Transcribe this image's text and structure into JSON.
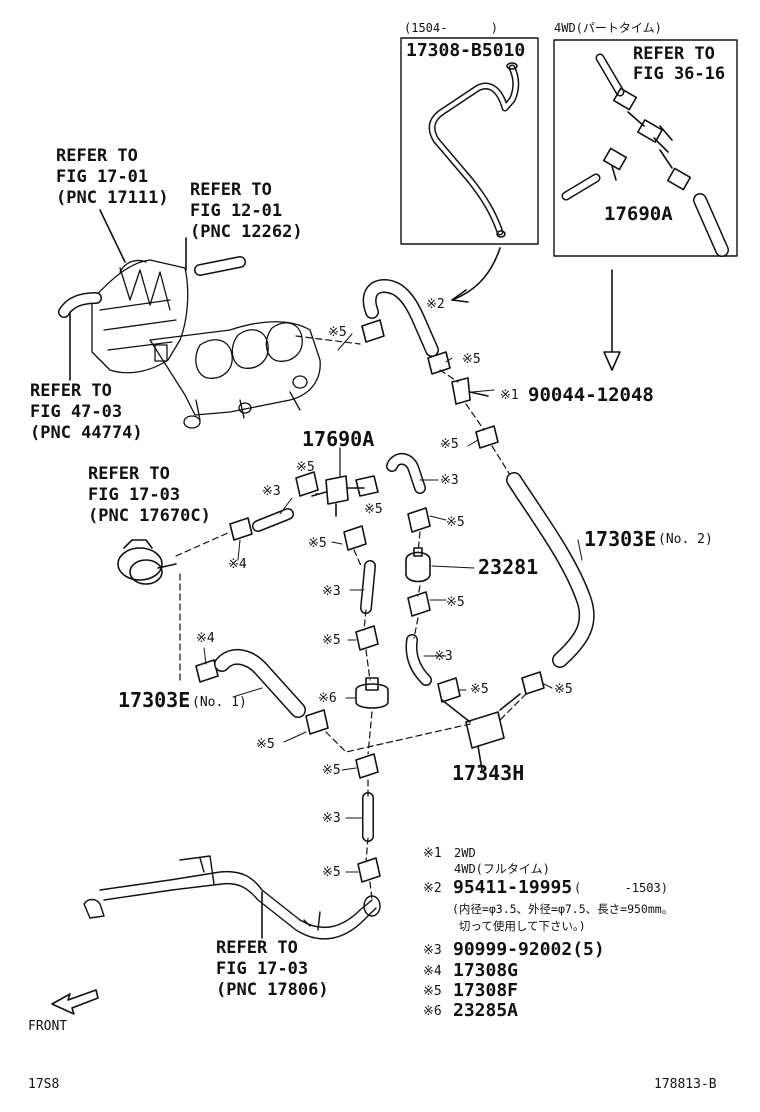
{
  "inset_a": {
    "label": "(1504-      )",
    "part": "17308-B5010"
  },
  "inset_b": {
    "label": "4WD(パートタイム)",
    "ref": [
      "REFER TO",
      "FIG 36-16"
    ],
    "part": "17690A"
  },
  "refs": {
    "r1": [
      "REFER TO",
      "FIG 17-01",
      "(PNC 17111)"
    ],
    "r2": [
      "REFER TO",
      "FIG 12-01",
      "(PNC 12262)"
    ],
    "r3": [
      "REFER TO",
      "FIG 47-03",
      "(PNC 44774)"
    ],
    "r4": [
      "REFER TO",
      "FIG 17-03",
      "(PNC 17670C)"
    ],
    "r5": [
      "REFER TO",
      "FIG 17-03",
      "(PNC 17806)"
    ]
  },
  "parts": {
    "p17690A": "17690A",
    "p23281": "23281",
    "p17303E2": "17303E",
    "p17303E2_note": "(No. 2)",
    "p17303E1": "17303E",
    "p17303E1_note": "(No. 1)",
    "p17343H": "17343H",
    "p90044": "90044-12048"
  },
  "marks": {
    "m1": "※1",
    "m2": "※2",
    "m3": "※3",
    "m4": "※4",
    "m5": "※5",
    "m6": "※6"
  },
  "legend": {
    "l1_a": "2WD",
    "l1_b": "4WD(フルタイム)",
    "l2_code": "95411-19995",
    "l2_range": "(      -1503)",
    "l2_note1": "(内径=φ3.5、外径=φ7.5、長さ=950mm。",
    "l2_note2": " 切って使用して下さい。)",
    "l3_code": "90999-92002(5)",
    "l4_code": "17308G",
    "l5_code": "17308F",
    "l6_code": "23285A"
  },
  "front_label": "FRONT",
  "footer": {
    "left": "17S8",
    "right": "178813-B"
  }
}
